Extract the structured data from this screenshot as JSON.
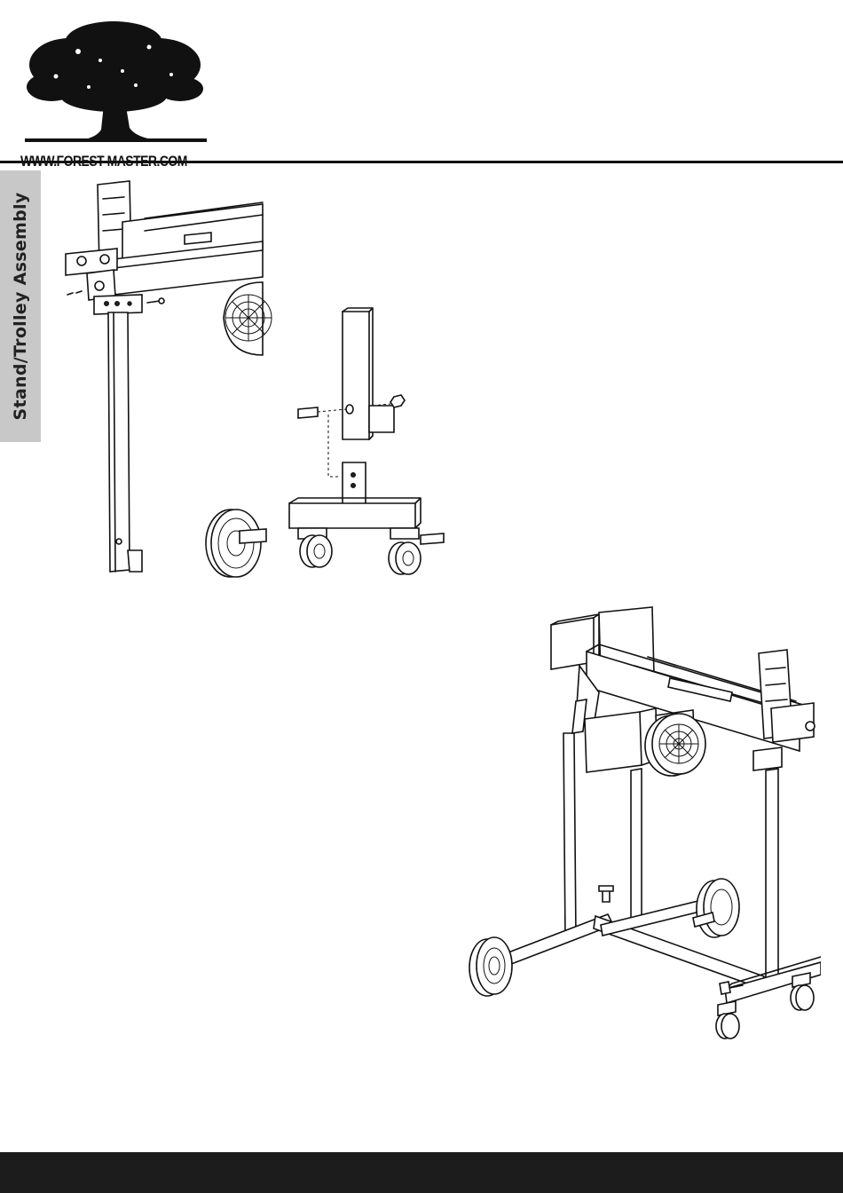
{
  "header": {
    "logo_url_text": "WWW.FOREST-MASTER.COM"
  },
  "side_tab": {
    "label": "Stand/Trolley Assembly"
  },
  "colors": {
    "rule": "#111111",
    "tab_background": "#c8c8c8",
    "footer": "#1c1c1c"
  },
  "diagrams": [
    {
      "name": "leg-attachment-diagram"
    },
    {
      "name": "wheel-diagram"
    },
    {
      "name": "castor-base-assembly-diagram"
    },
    {
      "name": "assembled-stand-diagram"
    }
  ]
}
